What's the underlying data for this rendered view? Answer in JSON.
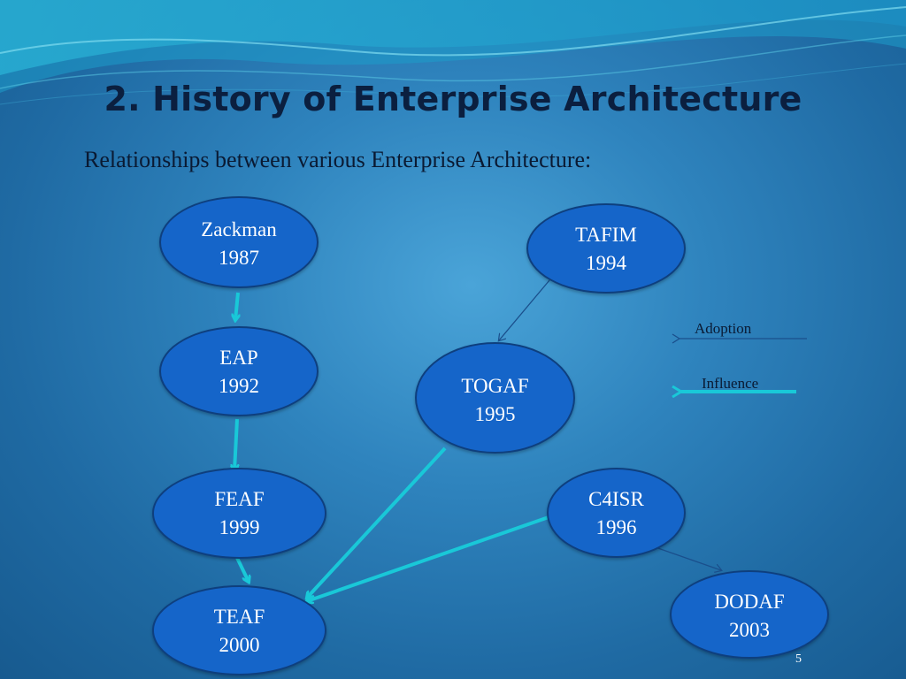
{
  "slide": {
    "title": "2. History of Enterprise Architecture",
    "subtitle": "Relationships between various Enterprise Architecture:",
    "page_number": "5"
  },
  "nodes": [
    {
      "id": "zackman",
      "name": "Zackman",
      "year": "1987"
    },
    {
      "id": "tafim",
      "name": "TAFIM",
      "year": "1994"
    },
    {
      "id": "eap",
      "name": "EAP",
      "year": "1992"
    },
    {
      "id": "togaf",
      "name": "TOGAF",
      "year": "1995"
    },
    {
      "id": "feaf",
      "name": "FEAF",
      "year": "1999"
    },
    {
      "id": "c4isr",
      "name": "C4ISR",
      "year": "1996"
    },
    {
      "id": "teaf",
      "name": "TEAF",
      "year": "2000"
    },
    {
      "id": "dodaf",
      "name": "DODAF",
      "year": "2003"
    }
  ],
  "edges": [
    {
      "from": "zackman",
      "to": "eap",
      "type": "influence"
    },
    {
      "from": "eap",
      "to": "feaf",
      "type": "influence"
    },
    {
      "from": "feaf",
      "to": "teaf",
      "type": "influence"
    },
    {
      "from": "togaf",
      "to": "teaf",
      "type": "influence"
    },
    {
      "from": "c4isr",
      "to": "teaf",
      "type": "influence"
    },
    {
      "from": "tafim",
      "to": "togaf",
      "type": "adoption"
    },
    {
      "from": "c4isr",
      "to": "dodaf",
      "type": "adoption"
    }
  ],
  "legend": {
    "adoption": "Adoption",
    "influence": "Influence"
  },
  "colors": {
    "node_fill": "#1565c9",
    "node_border": "#0e3f7e",
    "influence_arrow": "#19c8d8",
    "adoption_arrow": "#1a4f8c",
    "title": "#0b1f3f"
  }
}
